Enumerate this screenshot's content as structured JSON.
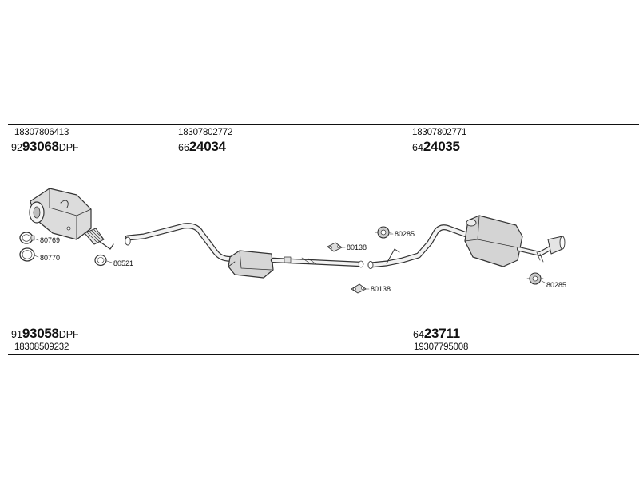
{
  "groups": {
    "g1": {
      "part_number": "18307806413",
      "prefix": "92",
      "code": "93068",
      "suffix": "DPF"
    },
    "g2": {
      "part_number": "18307802772",
      "prefix": "66",
      "code": "24034",
      "suffix": ""
    },
    "g3": {
      "part_number": "18307802771",
      "prefix": "64",
      "code": "24035",
      "suffix": ""
    },
    "g4": {
      "part_number": "18308509232",
      "prefix": "91",
      "code": "93058",
      "suffix": "DPF"
    },
    "g5": {
      "part_number": "19307795008",
      "prefix": "64",
      "code": "23711",
      "suffix": ""
    }
  },
  "parts": {
    "clamp_a": "80769",
    "clamp_b": "80770",
    "gasket": "80521",
    "hanger_a": "80138",
    "hanger_b": "80138",
    "mount_a": "80285",
    "mount_b": "80285"
  },
  "colors": {
    "line": "#111111",
    "part_fill": "#d9d9d9",
    "part_stroke": "#333333"
  }
}
